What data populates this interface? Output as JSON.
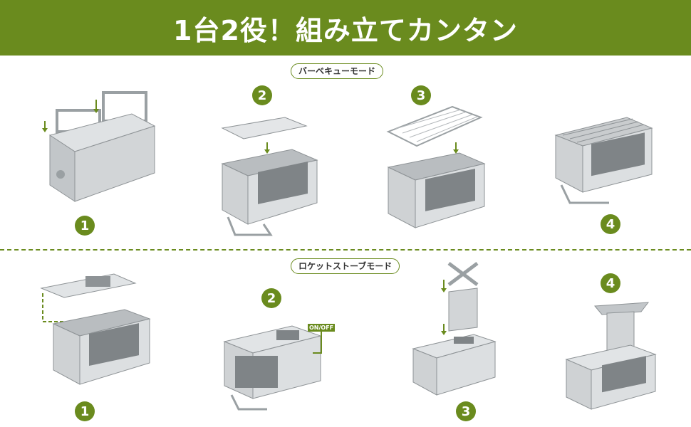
{
  "banner": {
    "title": "1台2役！組み立てカンタン"
  },
  "colors": {
    "accent": "#6a8b1e",
    "steel": "#c9ccce",
    "steel_dark": "#8e9396"
  },
  "bbq_mode": {
    "label": "バーベキューモード",
    "steps": [
      {
        "number": "1",
        "icon": "folded-stove-icon"
      },
      {
        "number": "2",
        "icon": "stove-with-plate-icon"
      },
      {
        "number": "3",
        "icon": "stove-with-grill-icon"
      },
      {
        "number": "4",
        "icon": "assembled-bbq-icon"
      }
    ]
  },
  "rocket_mode": {
    "label": "ロケットストーブモード",
    "onoff_label": "ON/OFF",
    "steps": [
      {
        "number": "1",
        "icon": "stove-with-lid-icon"
      },
      {
        "number": "2",
        "icon": "closed-stove-icon"
      },
      {
        "number": "3",
        "icon": "chimney-assembly-icon"
      },
      {
        "number": "4",
        "icon": "rocket-stove-icon"
      }
    ]
  }
}
